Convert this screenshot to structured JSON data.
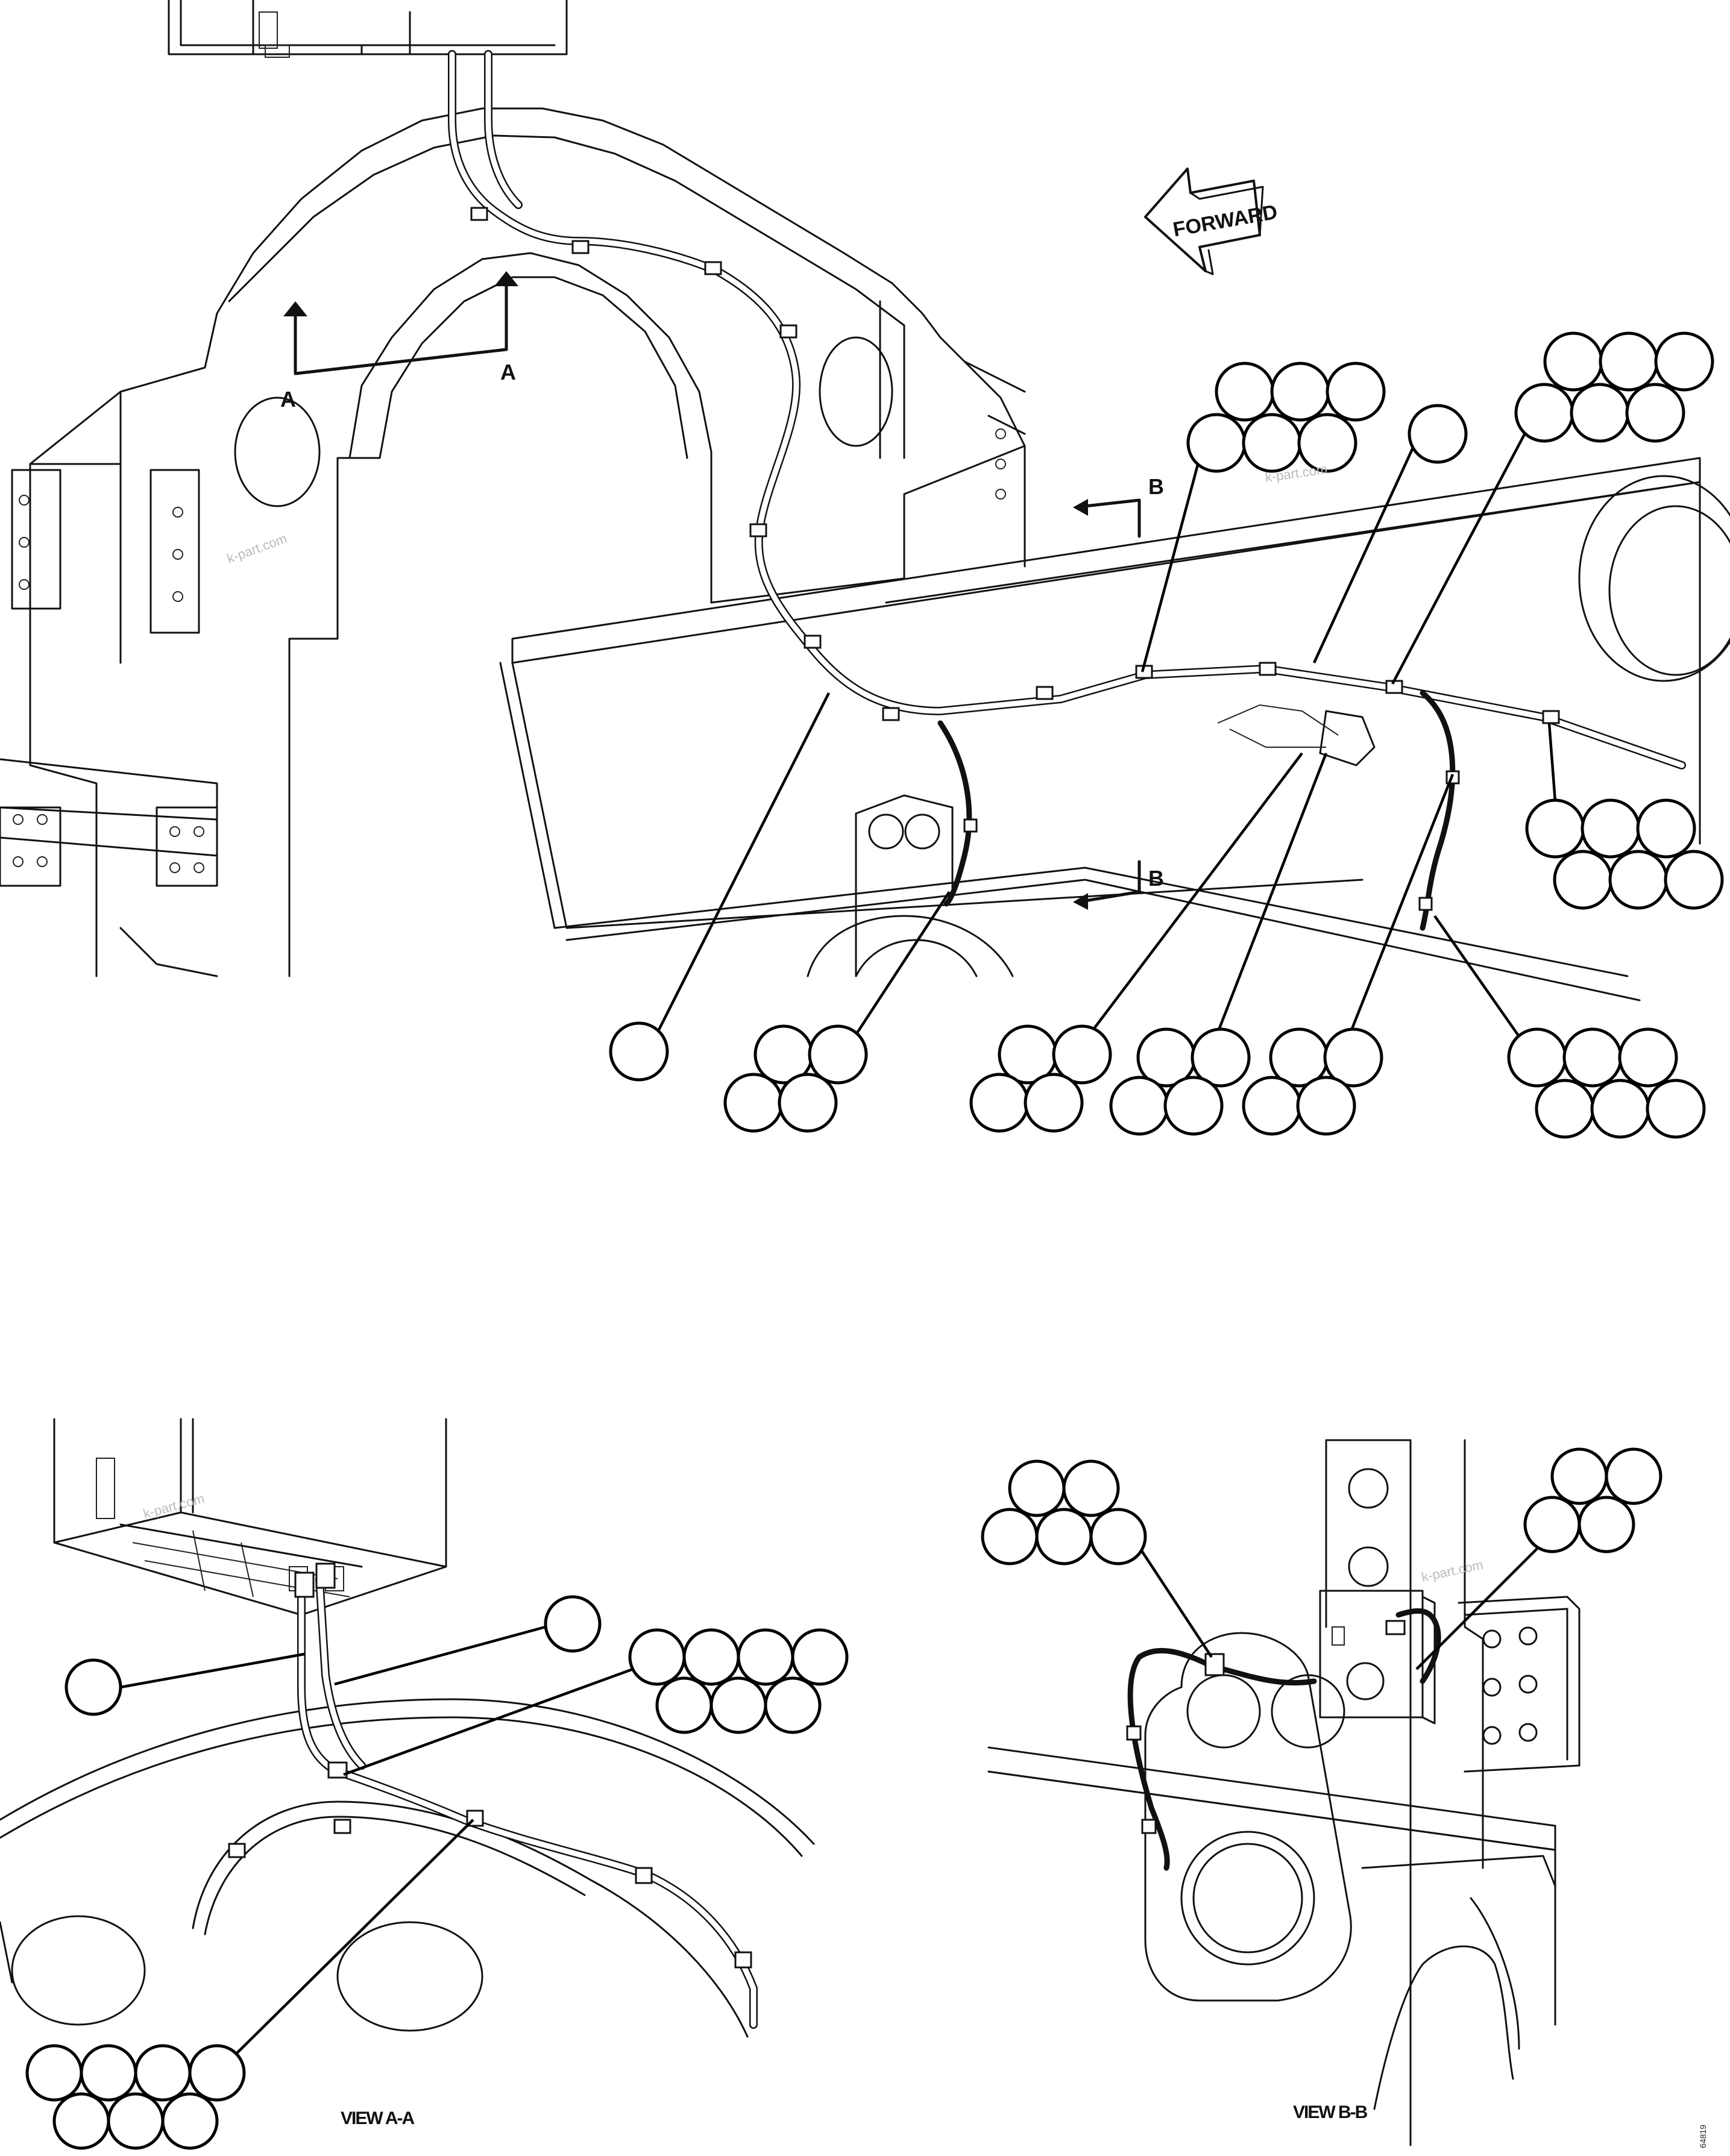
{
  "diagram": {
    "direction_label": "FORWARD",
    "section_a_label": "A",
    "section_b_label": "B",
    "view_a_label": "VIEW A-A",
    "view_b_label": "VIEW B-B",
    "watermark": "k-part.com",
    "drawing_number": "64819"
  }
}
